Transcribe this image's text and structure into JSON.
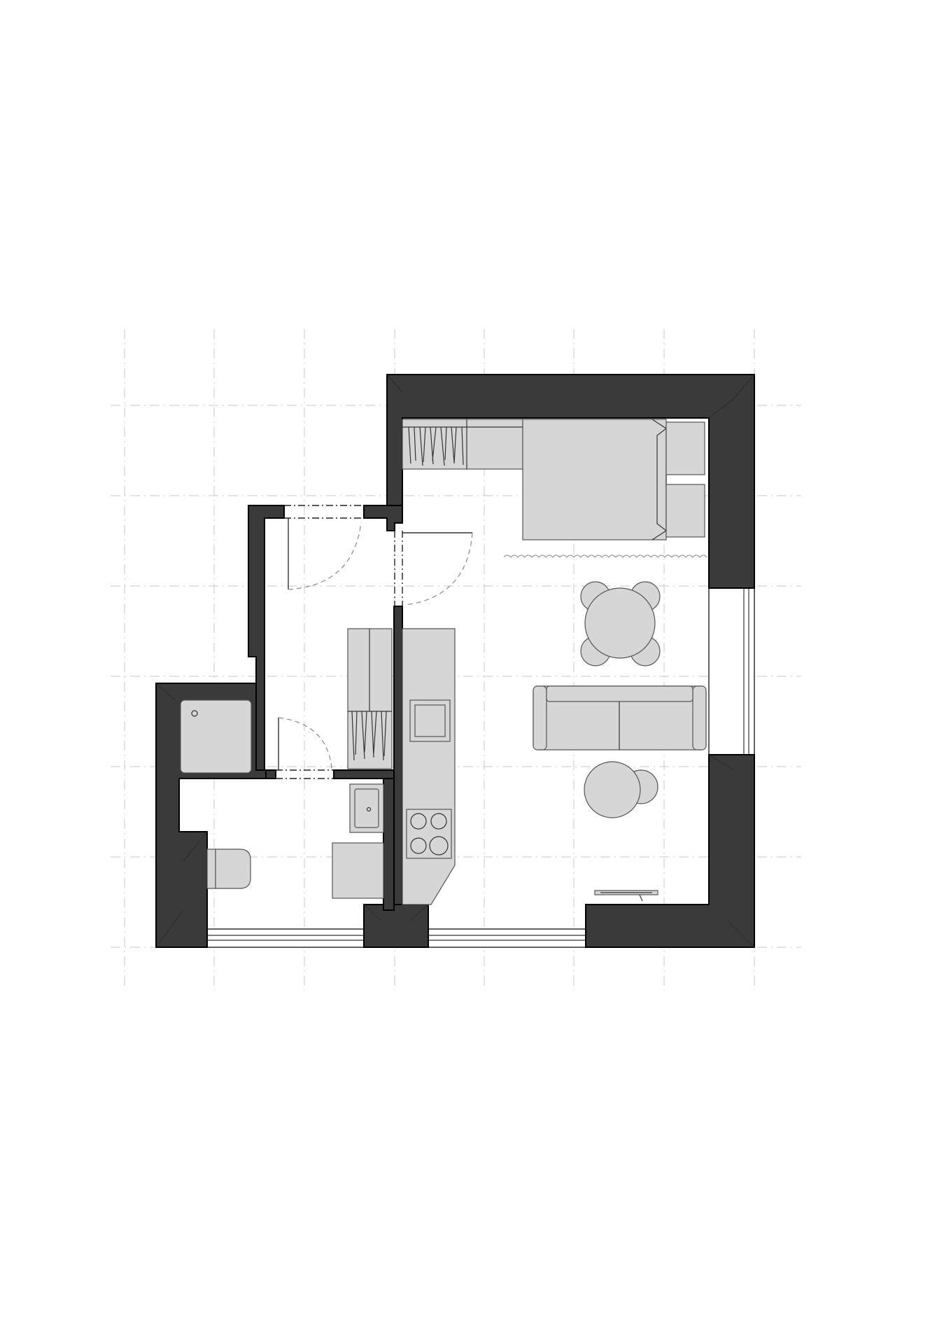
{
  "drawing": {
    "type": "floor plan",
    "palette": {
      "background": "#ffffff",
      "wall": "#3a3a3a",
      "furniture": "#d6d6d6",
      "grid": "#c9c9c9"
    },
    "grid": {
      "visible": true,
      "style": "dash-dot",
      "columns": 8,
      "rows": 7
    },
    "rooms": [
      "entrance-hall",
      "bathroom",
      "kitchen",
      "living-room",
      "sleeping-area"
    ],
    "fixtures": [
      "wardrobe",
      "double-bed",
      "bedside-table",
      "curtain",
      "dining-table",
      "dining-chair",
      "sofa",
      "coffee-table",
      "stool",
      "tv-stand",
      "kitchen-counter",
      "kitchen-sink",
      "cooktop",
      "hall-wardrobe",
      "entrance-door",
      "hall-door",
      "bathroom-door",
      "shower-tray",
      "washbasin",
      "washing-machine",
      "toilet",
      "window"
    ]
  }
}
